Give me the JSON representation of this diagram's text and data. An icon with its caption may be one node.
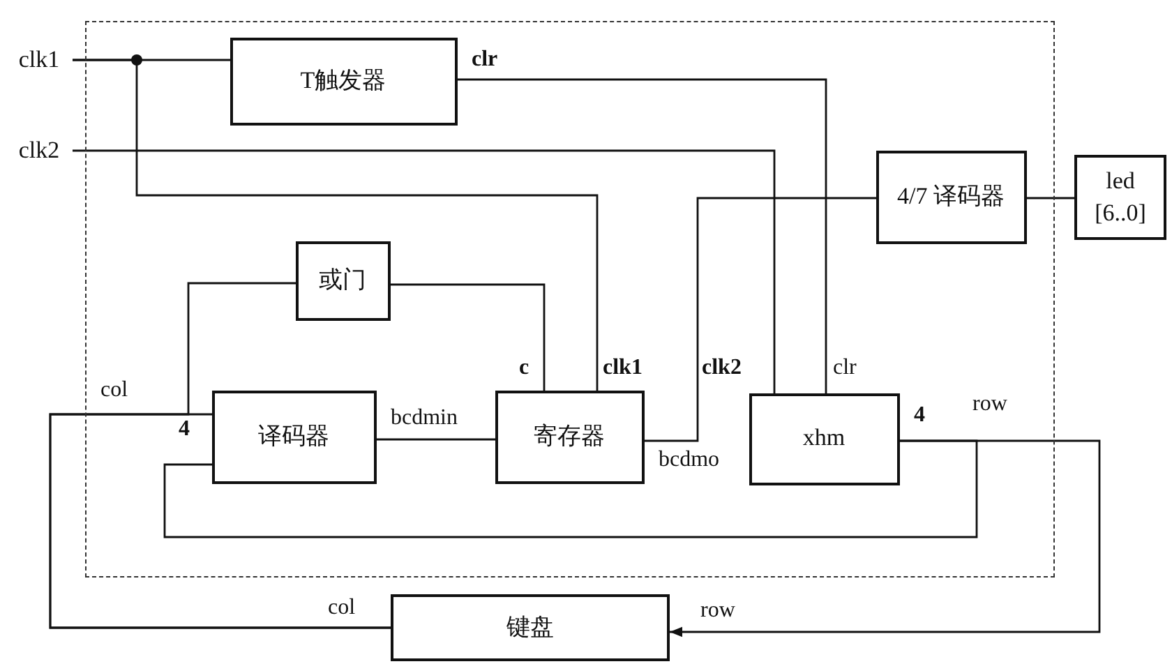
{
  "diagram": {
    "nodes": [
      {
        "text": [],
        "shape": "box"
      },
      {
        "text": [
          "clk1"
        ]
      },
      {
        "text": [
          "clk2"
        ]
      },
      {
        "text": [
          "T触发器"
        ],
        "in": 0
      },
      {
        "text": [
          "4/7 译码器"
        ],
        "in": 0
      },
      {
        "text": [
          "led [6..0]"
        ]
      },
      {
        "text": [
          "或门"
        ],
        "in": 0
      },
      {
        "text": [
          "译码器"
        ],
        "in": 0
      },
      {
        "text": [
          "寄存器"
        ],
        "in": 0
      },
      {
        "text": [
          "xhm"
        ],
        "in": 0
      },
      {
        "text": [
          "键盘"
        ]
      }
    ],
    "edges": [
      {
        "from": 1,
        "to": 3,
        "arrow": "none"
      },
      {
        "from": 1,
        "to": 8,
        "arrow": "none"
      },
      {
        "from": 3,
        "to": 9,
        "arrow": "none"
      },
      {
        "from": 2,
        "to": 9,
        "arrow": "none"
      },
      {
        "from": 8,
        "to": 4,
        "arrow": "none"
      },
      {
        "from": 4,
        "to": 5,
        "arrow": "none"
      },
      {
        "from": 6,
        "to": 8,
        "arrow": "none"
      },
      {
        "from": 10,
        "to": 7,
        "arrow": "none"
      },
      {
        "from": 10,
        "to": 6,
        "arrow": "none"
      },
      {
        "from": 7,
        "to": 8,
        "arrow": "none"
      },
      {
        "from": 9,
        "to": 10,
        "arrow": "to"
      },
      {
        "from": 9,
        "to": 7,
        "arrow": "none"
      }
    ],
    "labels": [
      "clr",
      "col",
      "c",
      "clk1",
      "clk2",
      "clr",
      "row",
      "4",
      "bcdmin",
      "4",
      "bcdmo",
      "col",
      "row"
    ]
  }
}
